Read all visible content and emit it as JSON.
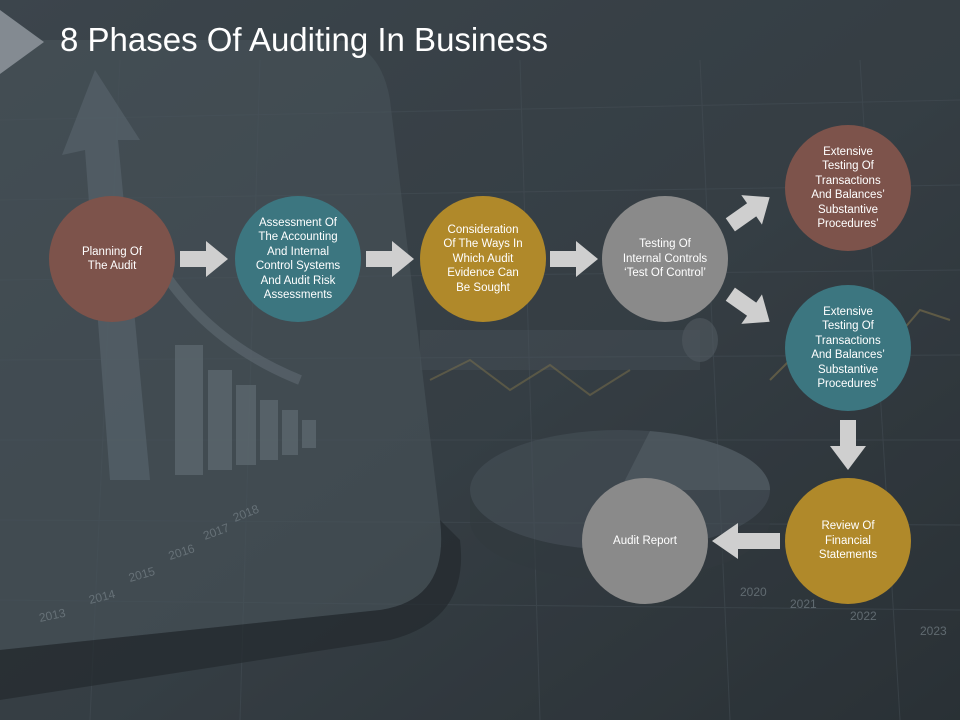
{
  "slide": {
    "title": "8 Phases Of Auditing In Business",
    "colors": {
      "brown": "#7d534b",
      "teal": "#3c7680",
      "gold": "#b0892a",
      "gray": "#8a8a8a",
      "arrow": "#cfcfcf"
    }
  },
  "phases": [
    {
      "id": 1,
      "label": "Planning Of\nThe Audit",
      "color": "brown"
    },
    {
      "id": 2,
      "label": "Assessment Of\nThe Accounting\nAnd Internal\nControl Systems\nAnd Audit Risk\nAssessments",
      "color": "teal"
    },
    {
      "id": 3,
      "label": "Consideration\nOf The Ways In\nWhich Audit\nEvidence Can\nBe Sought",
      "color": "gold"
    },
    {
      "id": 4,
      "label": "Testing Of\nInternal Controls\n‘Test Of Control’",
      "color": "gray"
    },
    {
      "id": 5,
      "label": "Extensive\nTesting Of\nTransactions\nAnd Balances’\nSubstantive\nProcedures’",
      "color": "brown"
    },
    {
      "id": 6,
      "label": "Extensive\nTesting Of\nTransactions\nAnd Balances’\nSubstantive\nProcedures’",
      "color": "teal"
    },
    {
      "id": 7,
      "label": "Review Of\nFinancial\nStatements",
      "color": "gold"
    },
    {
      "id": 8,
      "label": "Audit Report",
      "color": "gray"
    }
  ]
}
